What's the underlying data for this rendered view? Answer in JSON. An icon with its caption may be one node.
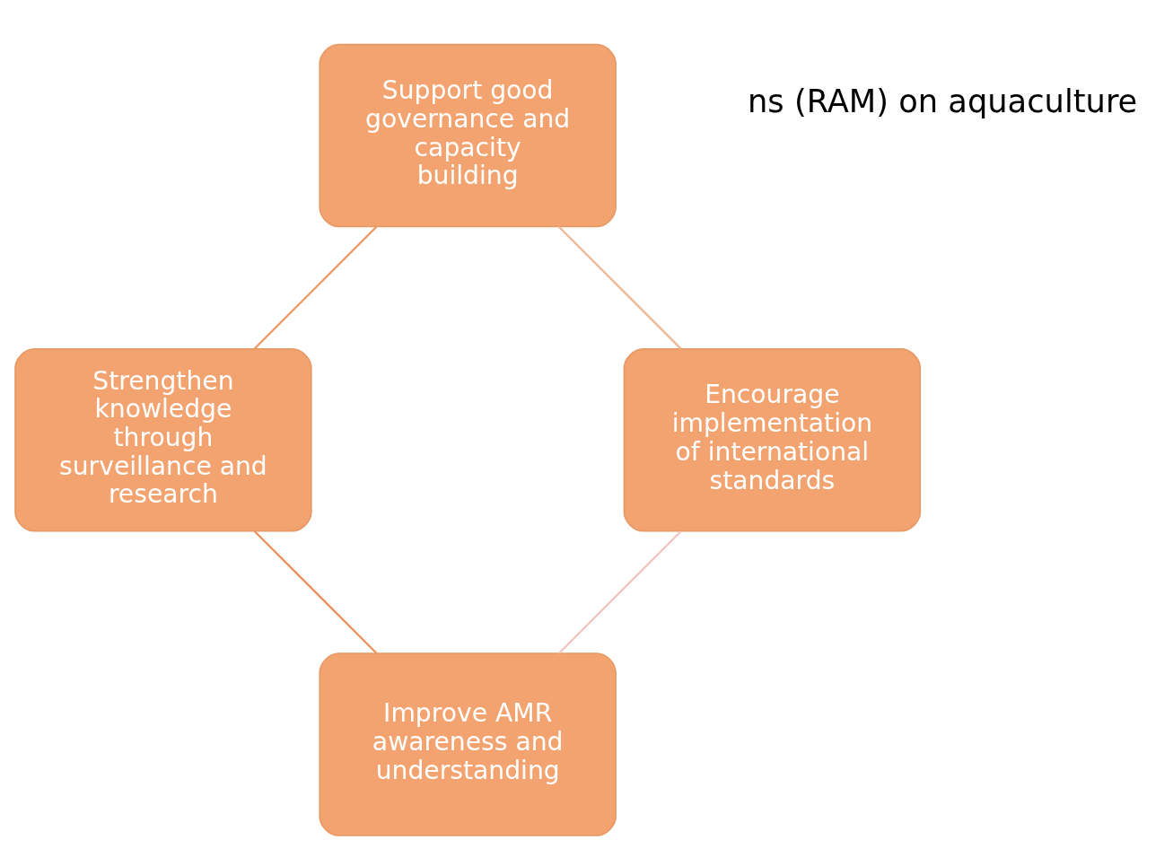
{
  "diagram": {
    "nodes": [
      {
        "text": [
          "Improve AMR awareness and understanding"
        ]
      },
      {
        "text": [
          "Encourage implementation of international standards"
        ]
      },
      {
        "text": [
          "Strengthen knowledge through surveillance and research"
        ]
      },
      {
        "text": [
          "Support good governance and capacity building"
        ]
      }
    ],
    "edges": [
      {
        "from": 0,
        "to": 2,
        "arrow": "none",
        "color": "#e8915a"
      },
      {
        "from": 2,
        "to": 3,
        "arrow": "none",
        "color": "#eb9a66"
      },
      {
        "from": 3,
        "to": 1,
        "arrow": "none",
        "color": "#f2b59a"
      },
      {
        "from": 1,
        "to": 0,
        "arrow": "none",
        "color": "#f5c6c0"
      }
    ],
    "labels": [
      "ns (RAM) on aquaculture"
    ]
  }
}
